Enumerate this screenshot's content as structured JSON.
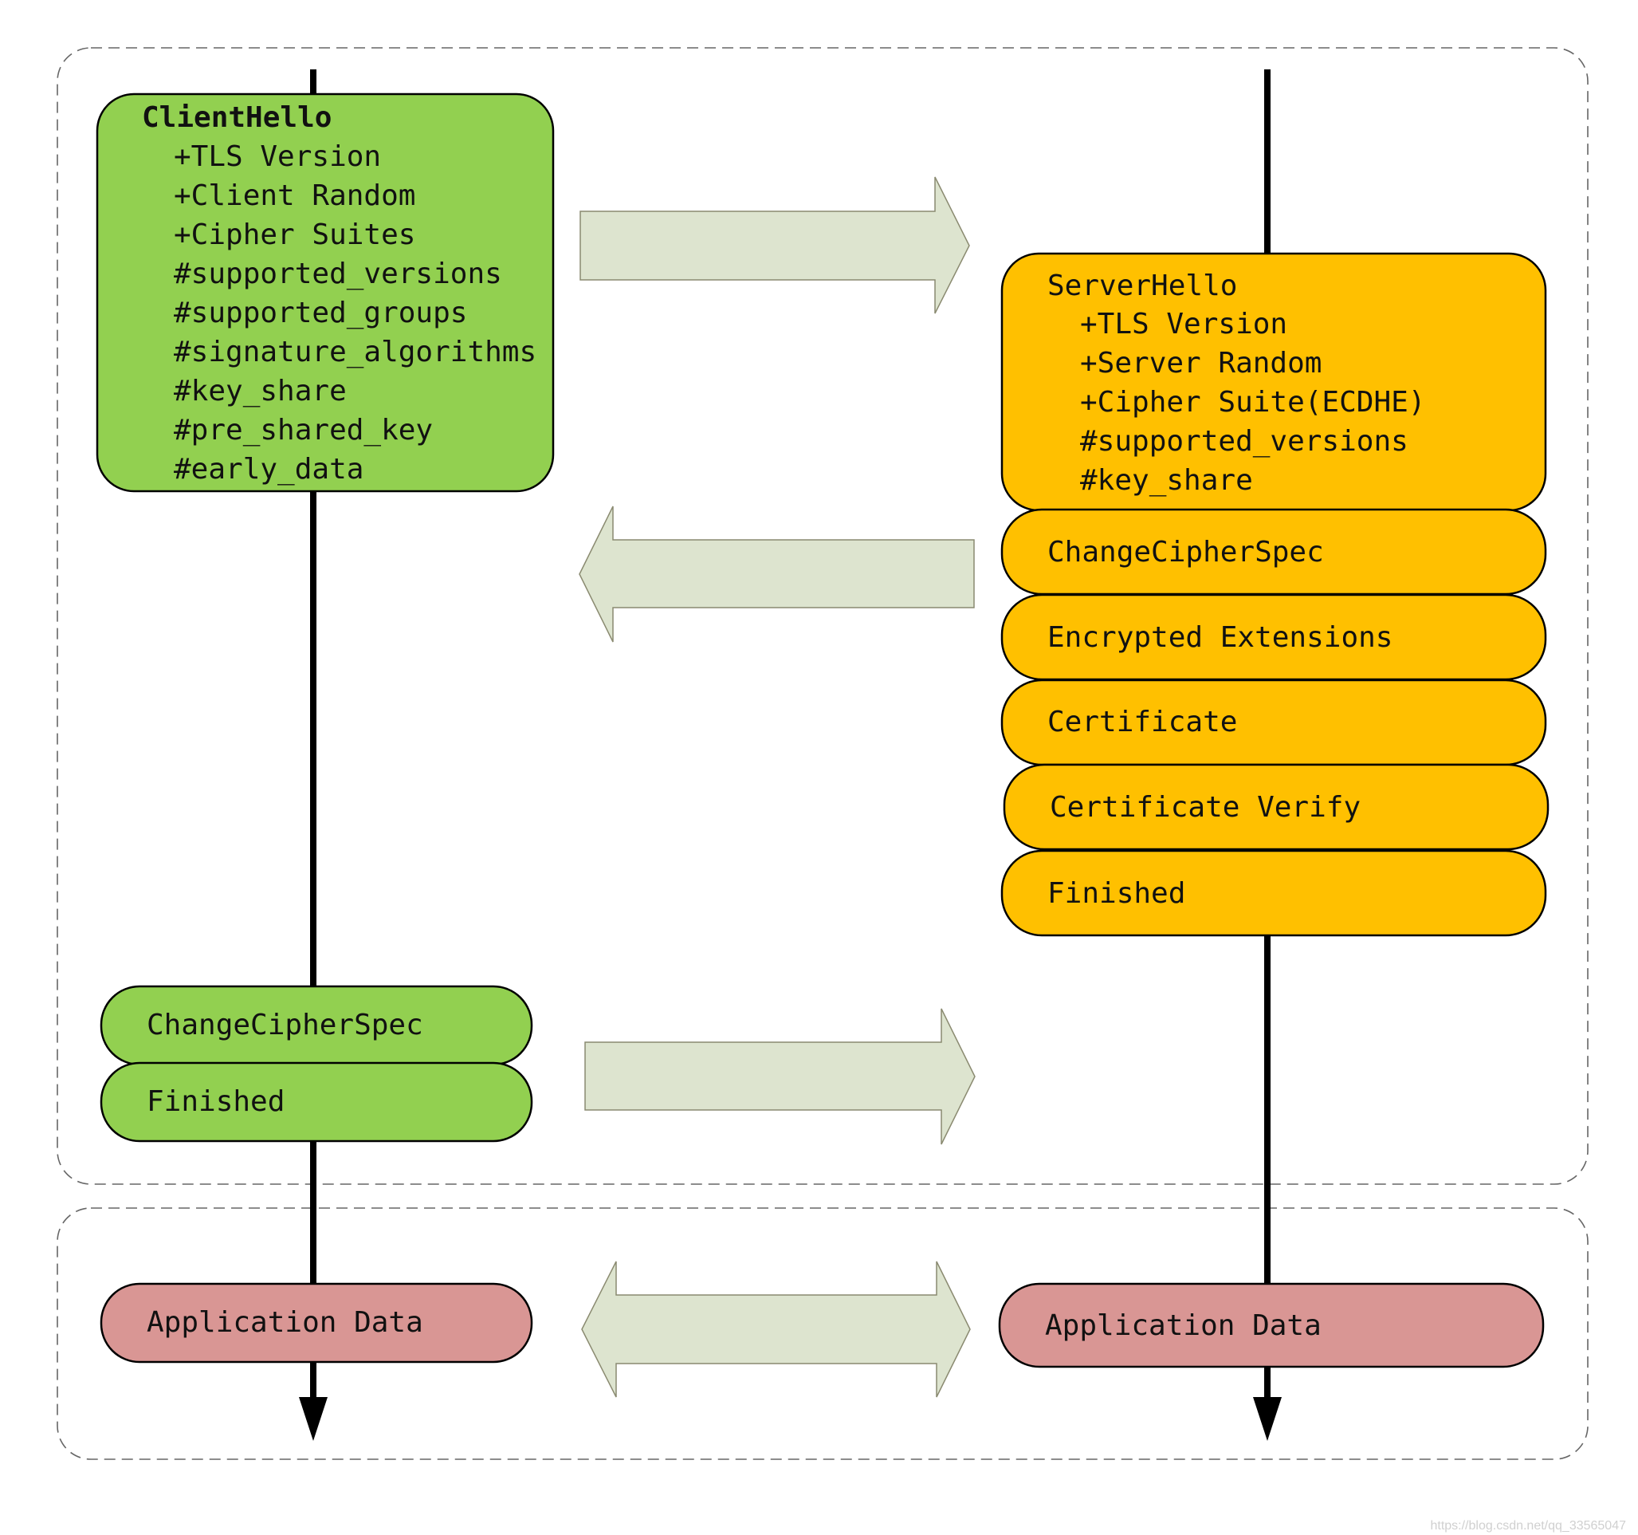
{
  "colors": {
    "client_fill": "#92d050",
    "server_fill": "#ffc000",
    "app_fill": "#d99694",
    "arrow_fill": "#dde4cf",
    "arrow_stroke": "#8a8a70"
  },
  "client": {
    "client_hello": {
      "title": "ClientHello",
      "lines": [
        "+TLS Version",
        "+Client Random",
        "+Cipher Suites",
        "#supported_versions",
        "#supported_groups",
        "#signature_algorithms",
        "#key_share",
        "#pre_shared_key",
        "#early_data"
      ]
    },
    "change_cipher_spec": "ChangeCipherSpec",
    "finished": "Finished",
    "application_data": "Application Data"
  },
  "server": {
    "server_hello": {
      "title": "ServerHello",
      "lines": [
        "+TLS Version",
        "+Server Random",
        "+Cipher Suite(ECDHE)",
        "#supported_versions",
        "#key_share"
      ]
    },
    "change_cipher_spec": "ChangeCipherSpec",
    "encrypted_extensions": "Encrypted Extensions",
    "certificate": "Certificate",
    "certificate_verify": "Certificate Verify",
    "finished": "Finished",
    "application_data": "Application Data"
  },
  "watermark": "https://blog.csdn.net/qq_33565047"
}
